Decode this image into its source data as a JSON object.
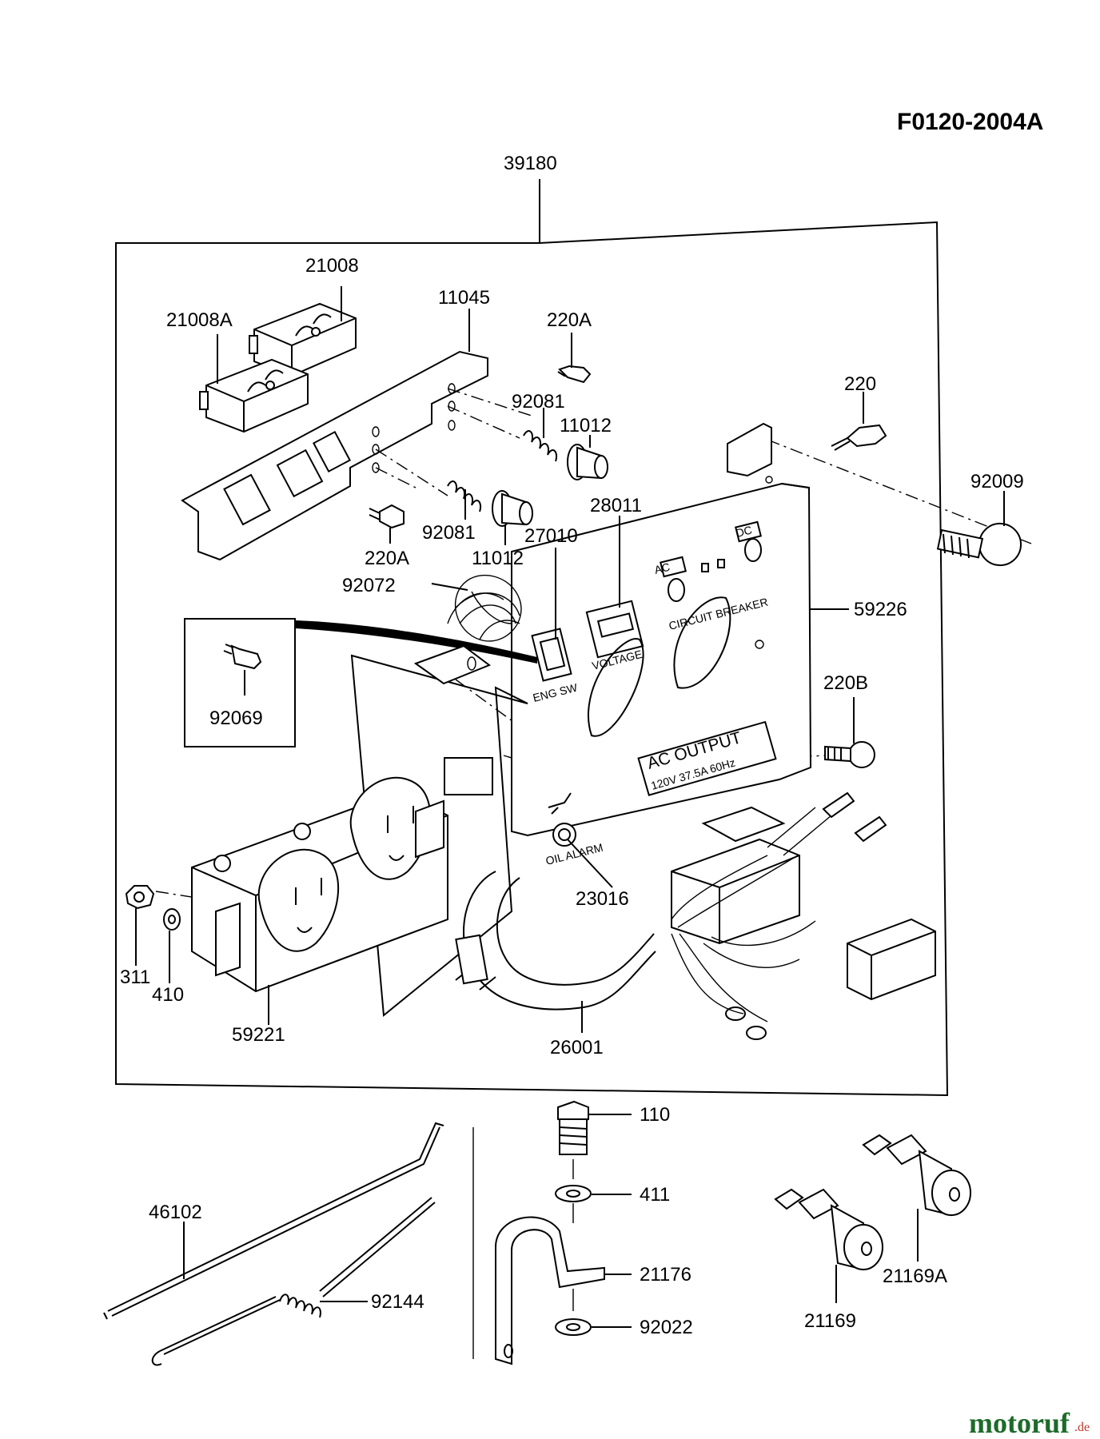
{
  "diagram_code": "F0120-2004A",
  "parts": {
    "p39180": "39180",
    "p21008": "21008",
    "p21008A": "21008A",
    "p11045": "11045",
    "p220A_top": "220A",
    "p92081_top": "92081",
    "p11012_top": "11012",
    "p220": "220",
    "p92009": "92009",
    "p28011": "28011",
    "p92081_mid": "92081",
    "p27010": "27010",
    "p220A_mid": "220A",
    "p11012_mid": "11012",
    "p92072": "92072",
    "p59226": "59226",
    "p92069": "92069",
    "p220B": "220B",
    "p23016": "23016",
    "p311": "311",
    "p410": "410",
    "p59221": "59221",
    "p26001": "26001",
    "p110": "110",
    "p411": "411",
    "p46102": "46102",
    "p21176": "21176",
    "p21169A": "21169A",
    "p92144": "92144",
    "p92022": "92022",
    "p21169": "21169"
  },
  "panel_text": {
    "ac_label": "AC",
    "dc_label": "DC",
    "circuit_breaker": "CIRCUIT BREAKER",
    "voltage": "VOLTAGE",
    "eng_sw": "ENG SW",
    "ac_output": "AC OUTPUT",
    "rating": "120V 37.5A 60Hz",
    "oil_alarm": "OIL ALARM"
  },
  "watermark": {
    "brand": "motoruf",
    "suffix": ".de"
  },
  "colors": {
    "ink": "#000000",
    "paper": "#ffffff",
    "watermark_green": "#1d6b2a",
    "watermark_red": "#c0392b"
  }
}
